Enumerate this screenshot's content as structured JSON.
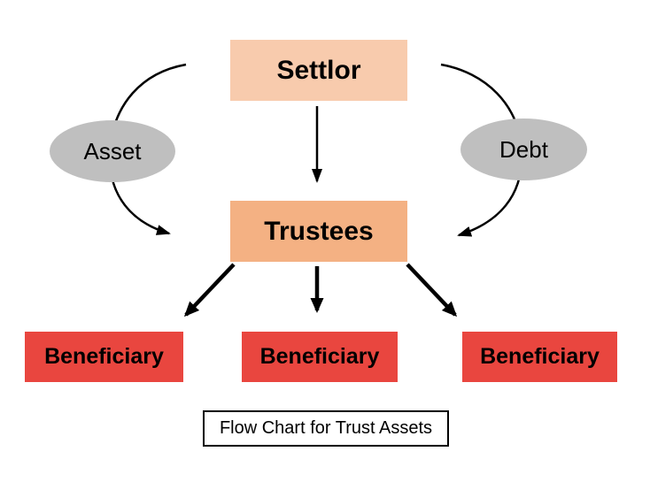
{
  "diagram": {
    "caption": "Flow Chart for Trust Assets",
    "background": "#FFFFFF",
    "text_color": "#000000",
    "arrow_color": "#000000",
    "nodes": [
      {
        "id": "settlor",
        "label": "Settlor",
        "shape": "rectangle",
        "fill": "#F8CBAD"
      },
      {
        "id": "asset",
        "label": "Asset",
        "shape": "ellipse",
        "fill": "#BFBFBF"
      },
      {
        "id": "debt",
        "label": "Debt",
        "shape": "ellipse",
        "fill": "#BFBFBF"
      },
      {
        "id": "trustees",
        "label": "Trustees",
        "shape": "rectangle",
        "fill": "#F4B183"
      },
      {
        "id": "beneficiary-left",
        "label": "Beneficiary",
        "shape": "rectangle",
        "fill": "#E9463F"
      },
      {
        "id": "beneficiary-center",
        "label": "Beneficiary",
        "shape": "rectangle",
        "fill": "#E9463F"
      },
      {
        "id": "beneficiary-right",
        "label": "Beneficiary",
        "shape": "rectangle",
        "fill": "#E9463F"
      }
    ],
    "edges": [
      {
        "from": "settlor",
        "to": "trustees",
        "via": "asset",
        "style": "curved-left"
      },
      {
        "from": "settlor",
        "to": "trustees",
        "via": null,
        "style": "straight"
      },
      {
        "from": "settlor",
        "to": "trustees",
        "via": "debt",
        "style": "curved-right"
      },
      {
        "from": "trustees",
        "to": "beneficiary-left",
        "via": null,
        "style": "diagonal"
      },
      {
        "from": "trustees",
        "to": "beneficiary-center",
        "via": null,
        "style": "straight"
      },
      {
        "from": "trustees",
        "to": "beneficiary-right",
        "via": null,
        "style": "diagonal"
      }
    ]
  }
}
